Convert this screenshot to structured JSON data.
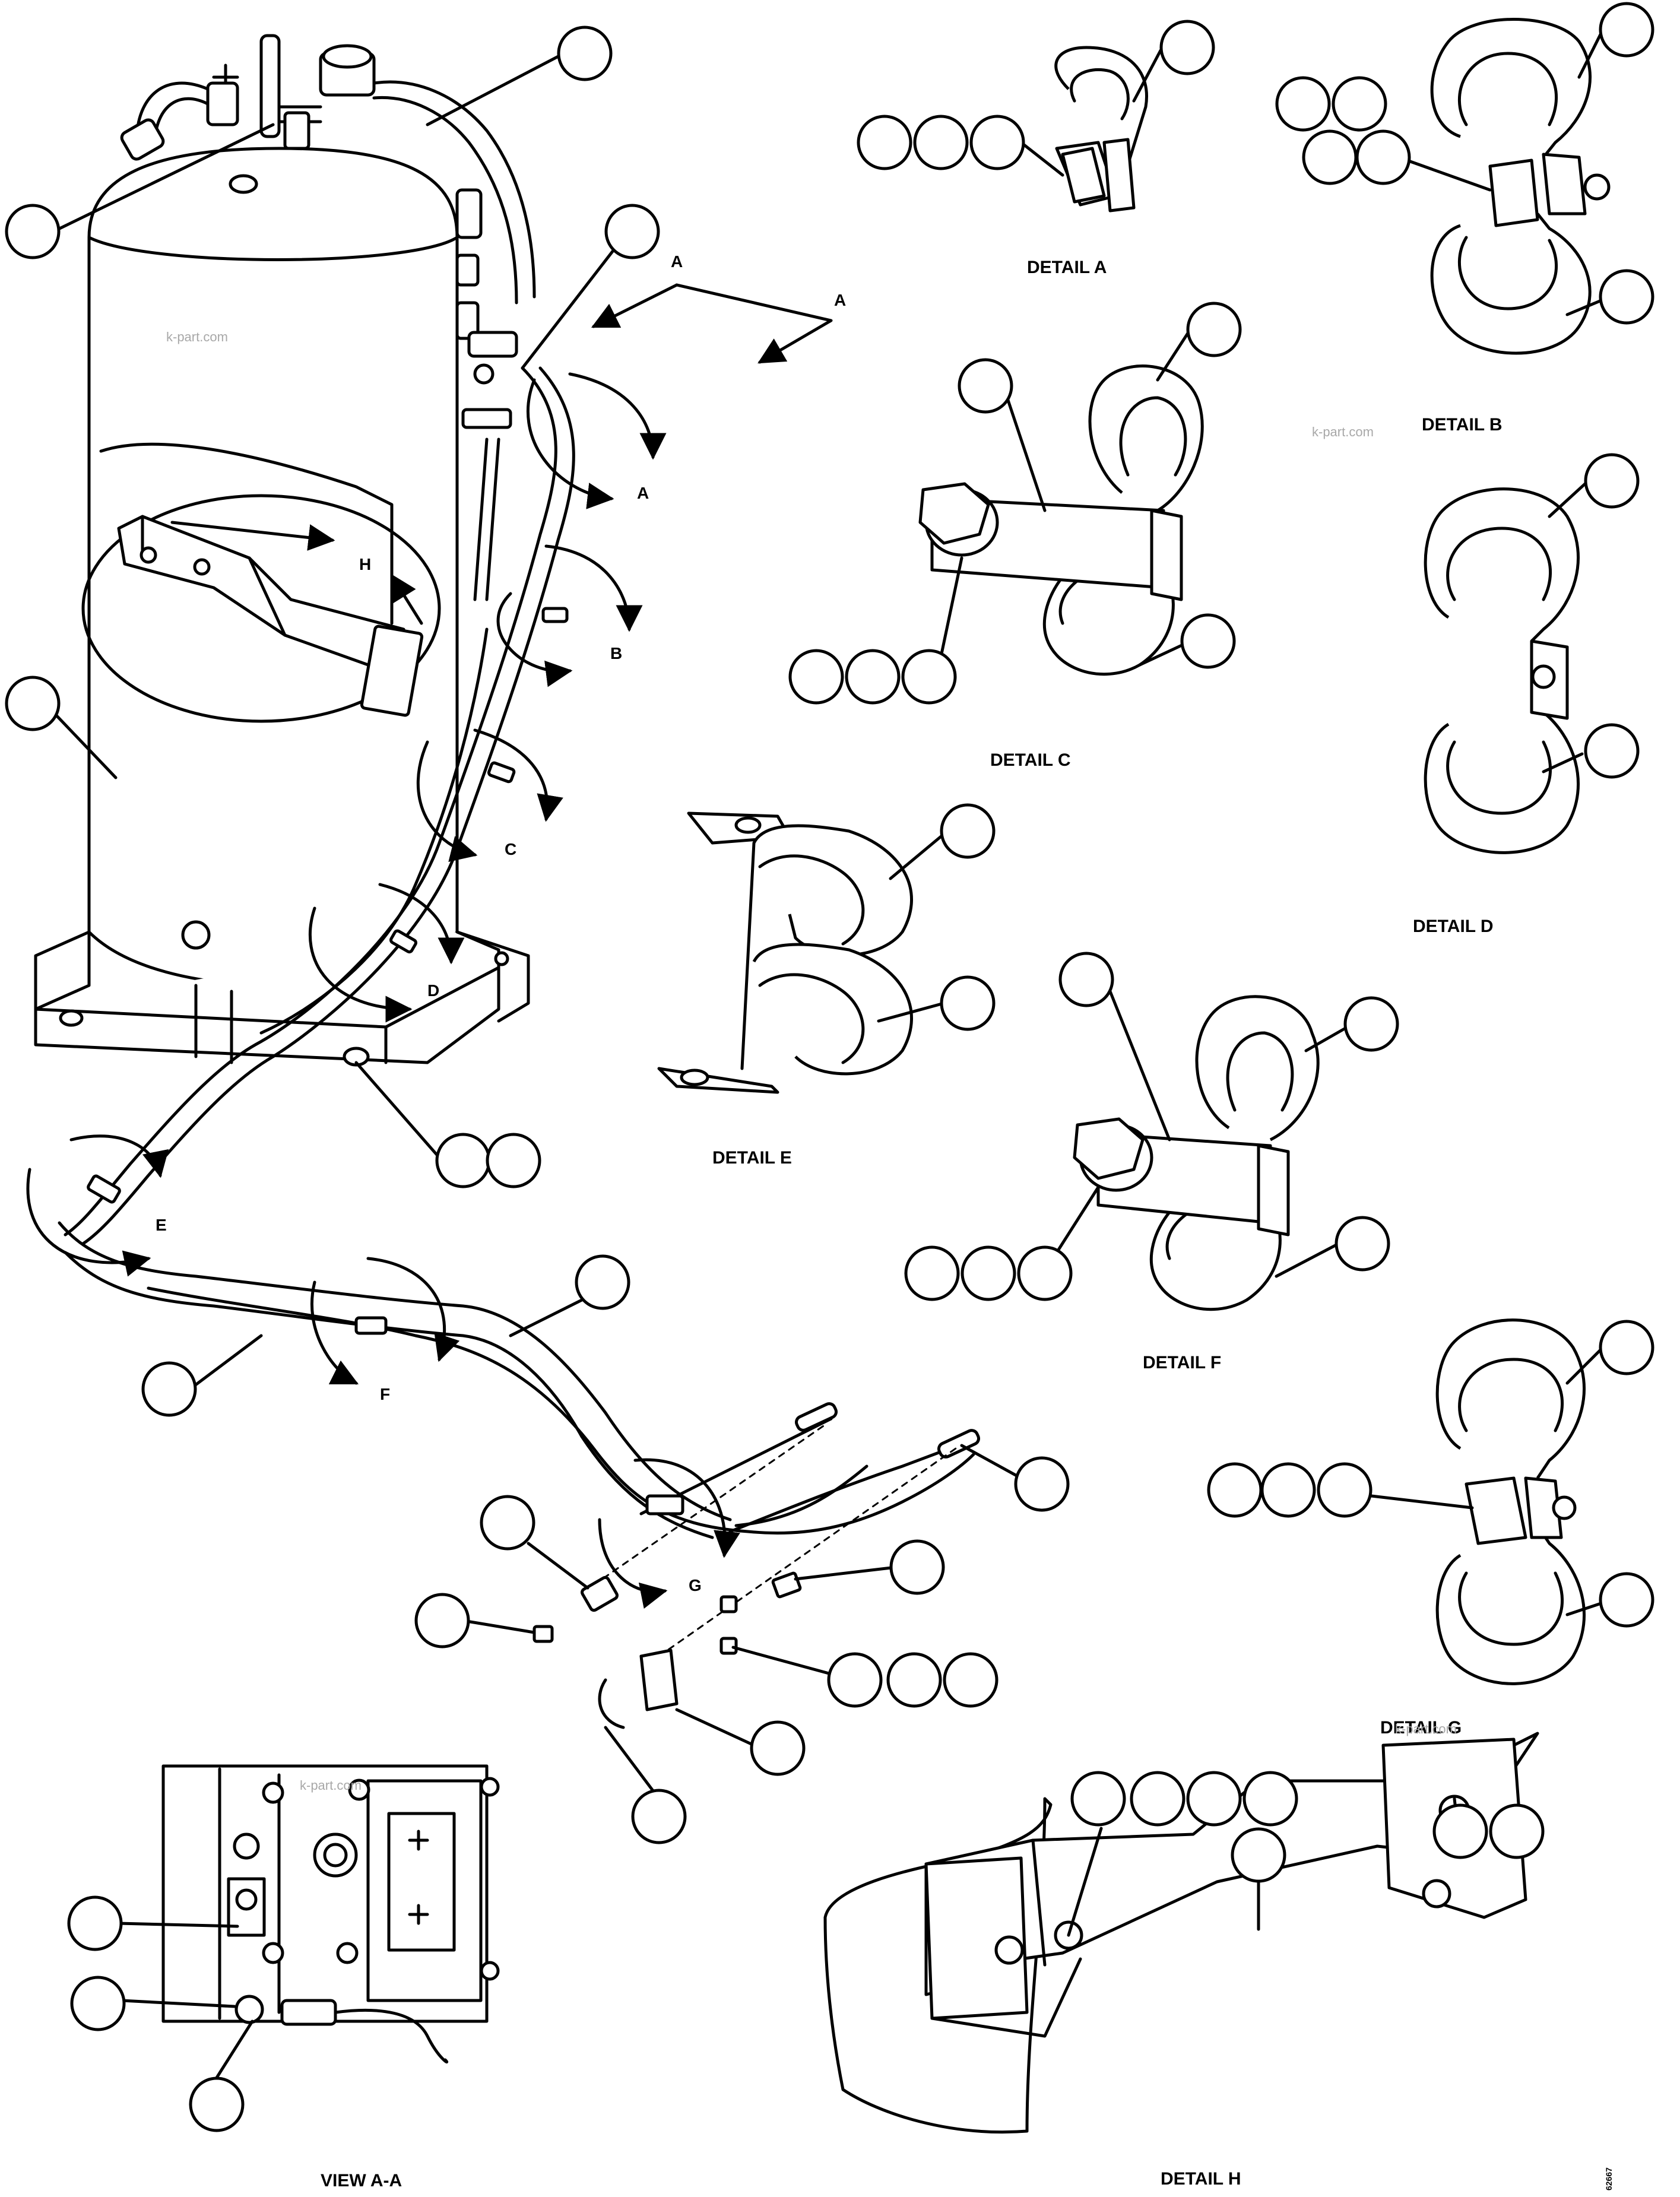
{
  "figure": {
    "detail_titles": {
      "a": "DETAIL A",
      "b": "DETAIL B",
      "c": "DETAIL C",
      "d": "DETAIL D",
      "e": "DETAIL E",
      "f": "DETAIL F",
      "g": "DETAIL G",
      "h": "DETAIL H",
      "view_aa": "VIEW A-A"
    },
    "callout_letters": {
      "a": "A",
      "b": "B",
      "c": "C",
      "d": "D",
      "e": "E",
      "f": "F",
      "g": "G",
      "h": "H"
    },
    "watermark": "k-part.com",
    "drawing_number": "62667"
  }
}
